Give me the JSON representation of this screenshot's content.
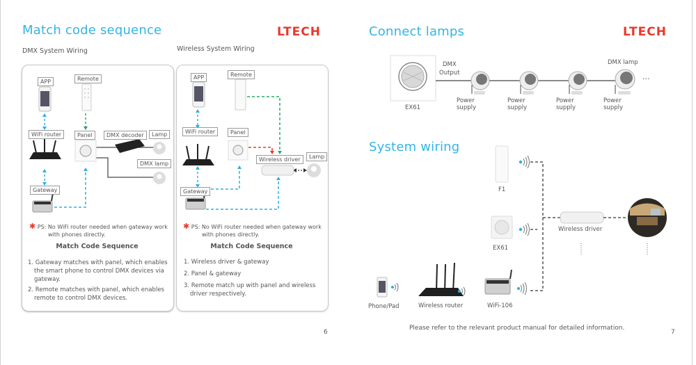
{
  "left_page": {
    "title": "Match code sequence",
    "logo": "LTECH",
    "page_number": "6",
    "dmx": {
      "heading": "DMX System Wiring",
      "tags": {
        "app": "APP",
        "remote": "Remote",
        "wifi_router": "WiFi router",
        "panel": "Panel",
        "dmx_decoder": "DMX decoder",
        "lamp": "Lamp",
        "dmx_lamp": "DMX lamp",
        "gateway": "Gateway"
      },
      "ps_marker": "✱",
      "ps_note_line1": "PS: No WiFi router needed when gateway work",
      "ps_note_line2": "with phones directly.",
      "sequence_title": "Match Code Sequence",
      "steps": [
        "1. Gateway matches with panel, which enables the smart phone to control DMX devices via gateway.",
        "2. Remote matches with panel, which enables remote to control DMX devices."
      ]
    },
    "wireless": {
      "heading": "Wireless System Wiring",
      "tags": {
        "app": "APP",
        "remote": "Remote",
        "wifi_router": "WiFi router",
        "panel": "Panel",
        "wireless_driver": "Wireless driver",
        "lamp": "Lamp",
        "gateway": "Gateway"
      },
      "ps_marker": "✱",
      "ps_note_line1": "PS: No WiFi router needed when gateway work",
      "ps_note_line2": "with phones directly.",
      "sequence_title": "Match Code Sequence",
      "steps": [
        "1. Wireless driver & gateway",
        "2. Panel & gateway",
        "3. Remote match up with panel and wireless driver respectively."
      ]
    }
  },
  "right_page": {
    "connect_title": "Connect lamps",
    "logo": "LTECH",
    "connect": {
      "controller_label": "EX61",
      "output_label_line1": "DMX",
      "output_label_line2": "Output",
      "lamp_label": "DMX lamp",
      "more": "···",
      "power_supply_line1": "Power",
      "power_supply_line2": "supply"
    },
    "system_title": "System wiring",
    "system": {
      "f1": "F1",
      "ex61": "EX61",
      "wireless_driver": "Wireless driver",
      "phone_pad": "Phone/Pad",
      "wireless_router": "Wireless router",
      "wifi_106": "WiFi-106"
    },
    "footer_note": "Please refer to the relevant product manual for detailed information.",
    "page_number": "7"
  },
  "colors": {
    "title_blue": "#33b5e5",
    "logo_red": "#e8392b",
    "link_blue": "#2ab0e0",
    "link_green": "#2aa865",
    "link_red": "#e8392b",
    "wire_gray": "#666666"
  }
}
